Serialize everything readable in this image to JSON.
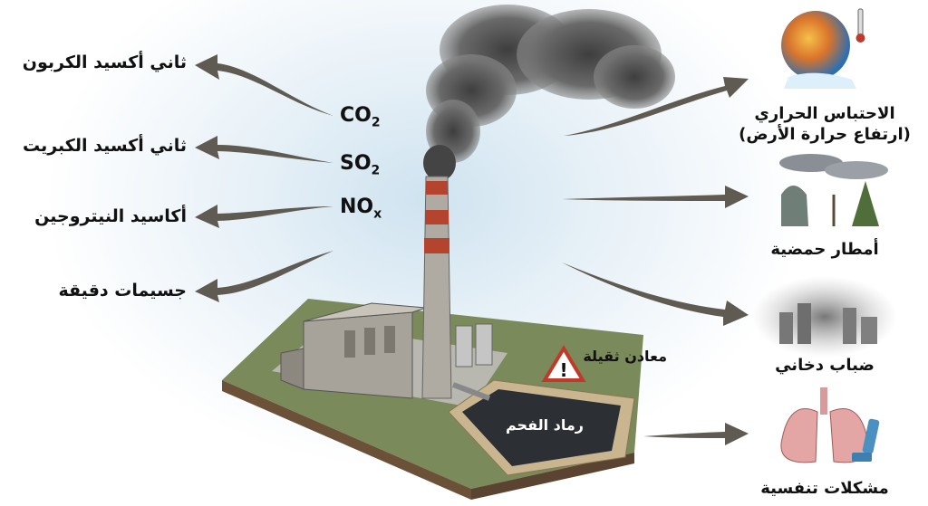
{
  "pollutants": [
    {
      "formula": "CO",
      "sub": "2",
      "label": "ثاني أكسيد الكربون"
    },
    {
      "formula": "SO",
      "sub": "2",
      "label": "ثاني أكسيد الكبريت"
    },
    {
      "formula": "NO",
      "sub": "x",
      "label": "أكاسيد النيتروجين"
    },
    {
      "label": "جسيمات دقيقة"
    }
  ],
  "effects": [
    {
      "label": "الاحتباس الحراري",
      "sublabel": "(ارتفاع حرارة الأرض)",
      "icon": "globe-warming-icon"
    },
    {
      "label": "أمطار حمضية",
      "icon": "acid-rain-icon"
    },
    {
      "label": "ضباب دخاني",
      "icon": "smog-city-icon"
    },
    {
      "label": "مشكلات تنفسية",
      "icon": "lungs-inhaler-icon"
    }
  ],
  "plant": {
    "heavy_metals": "معادن ثقيلة",
    "coal_ash": "رماد الفحم"
  },
  "colors": {
    "arrow": "#5f5a52",
    "stack_red": "#b5442e",
    "smoke": "#4a4a4a"
  }
}
